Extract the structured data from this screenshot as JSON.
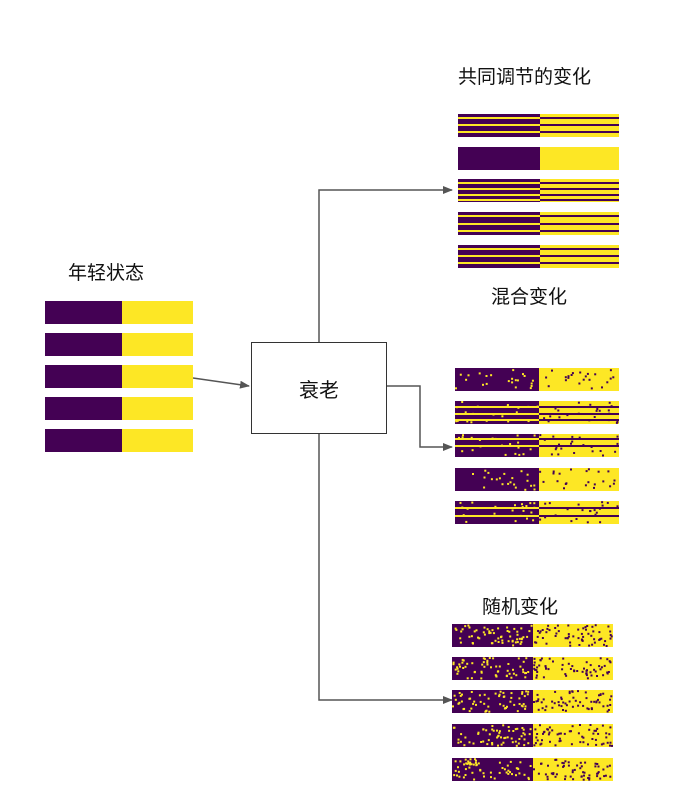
{
  "labels": {
    "young": "年轻状态",
    "aging": "衰老",
    "coordinated": "共同调节的变化",
    "mixed": "混合变化",
    "random": "随机变化"
  },
  "colors": {
    "dark": "#440154",
    "light": "#fde725"
  }
}
